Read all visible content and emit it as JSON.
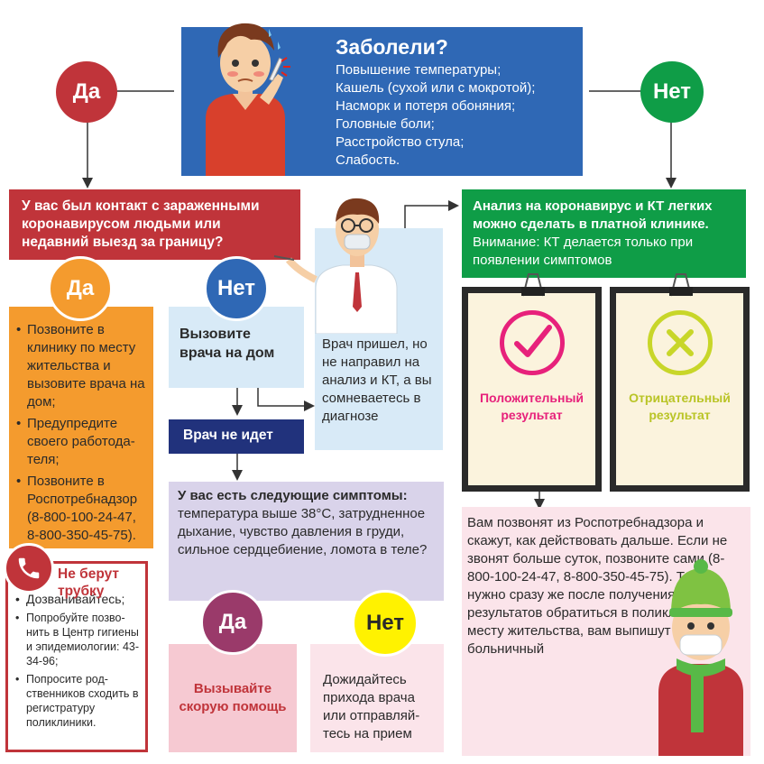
{
  "colors": {
    "blue": "#2f68b5",
    "red_dark": "#c0343a",
    "green": "#0f9d47",
    "orange": "#f49b2e",
    "light_blue": "#d8eaf7",
    "navy": "#21327c",
    "lavender": "#d9d3ea",
    "pink": "#f6c9d2",
    "light_pink": "#fbe4ea",
    "yellow": "#fff200",
    "magenta": "#e7217b",
    "lime": "#c8d629"
  },
  "header": {
    "title": "Заболели?",
    "symptoms": [
      "Повышение температуры;",
      "Кашель (сухой или с мокротой);",
      "Насморк и потеря обоняния;",
      "Головные боли;",
      "Расстройство стула;",
      "Слабость."
    ]
  },
  "badges": {
    "yes_top": "Да",
    "no_top": "Нет",
    "yes_left": "Да",
    "no_mid": "Нет",
    "yes_bottom": "Да",
    "no_bottom": "Нет"
  },
  "contact_question": "У вас был контакт с зараженными коронавирусом людьми или недавний выезд за границу?",
  "clinic_box": {
    "bold": "Анализ на коронавирус и КТ легких можно сделать в платной клинике.",
    "normal": " Внимание: КТ делается только при появлении симптомов"
  },
  "orange_box": {
    "items": [
      "Позвоните в клинику по месту житель­ства и вызовите врача на дом;",
      "Предупредите своего работода­теля;",
      "Позвоните в Роспотребнадзор (8-800-100-24-47, 8-800-350-45-75)."
    ]
  },
  "call_doctor": "Вызовите врача на дом",
  "doctor_came": "Врач пришел, но не напра­вил на анализ и КТ, а вы со­мневаетесь в диагнозе",
  "doctor_not_coming": "Врач не идет",
  "symptoms_box": {
    "bold": "У вас есть следующие симптомы:",
    "normal": " температура выше 38°С, затрудненное дыхание, чув­ство давления в груди, сильное сердцебиение, ломота в теле?"
  },
  "no_answer": {
    "title": "Не берут трубку",
    "items": [
      "Дозванивайтесь;",
      "Попробуйте позво­нить в Центр гигие­ны и эпидемиоло­гии: 43-34-96;",
      "Попросите род­ственников схо­дить в регистрату­ру поликлиники."
    ]
  },
  "ambulance": "Вызывайте скорую помощь",
  "wait_doctor": "Дожидайтесь прихода врача или отправляй­тесь на прием",
  "results": {
    "positive": "Положительный результат",
    "negative": "Отрицательный результат"
  },
  "final_text": "Вам позвонят из Роспотребнадзора и скажут, как действовать дальше. Если не звонят больше суток, позвоните сами (8-800-100-24-47, 8-800-350-45-75). Также нужно сразу же после получения результатов обратиться в поликлинику по месту жительства, вам выпишут больничный",
  "icons": {
    "sick_person": "sick-person-icon",
    "doctor": "doctor-icon",
    "phone": "phone-icon",
    "check": "check-icon",
    "cross": "cross-icon",
    "masked_person": "masked-person-icon"
  }
}
